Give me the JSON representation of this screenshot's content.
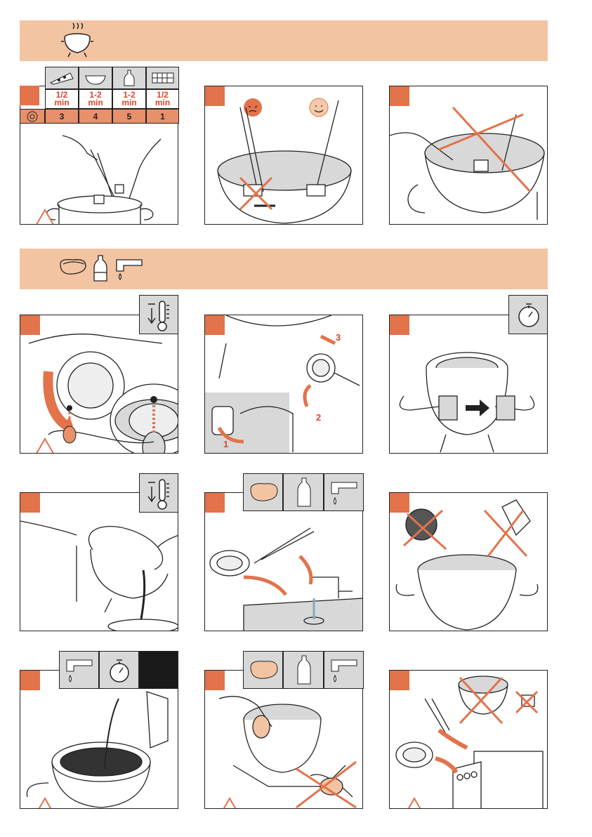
{
  "sections": [
    {
      "name": "fondue-use",
      "icons": [
        "steaming-pot-icon"
      ]
    },
    {
      "name": "cleaning",
      "icons": [
        "sponge-icon",
        "detergent-bottle-icon",
        "tap-icon"
      ]
    }
  ],
  "step1_table": {
    "foods": [
      "cheese-icon",
      "bowl-icon",
      "bottle-icon",
      "chocolate-icon"
    ],
    "times": [
      {
        "value": "1/2",
        "unit": "min"
      },
      {
        "value": "1-2",
        "unit": "min"
      },
      {
        "value": "1-2",
        "unit": "min"
      },
      {
        "value": "1/2",
        "unit": "min"
      }
    ],
    "levels": [
      "3",
      "4",
      "5",
      "1"
    ]
  },
  "dial_labels": {
    "step5_3": "3",
    "step5_2": "2",
    "step5_1": "1"
  },
  "colors": {
    "accent": "#e2734a",
    "band": "#f3c4a2",
    "cross": "#e2734a",
    "warn": "#e2734a"
  }
}
